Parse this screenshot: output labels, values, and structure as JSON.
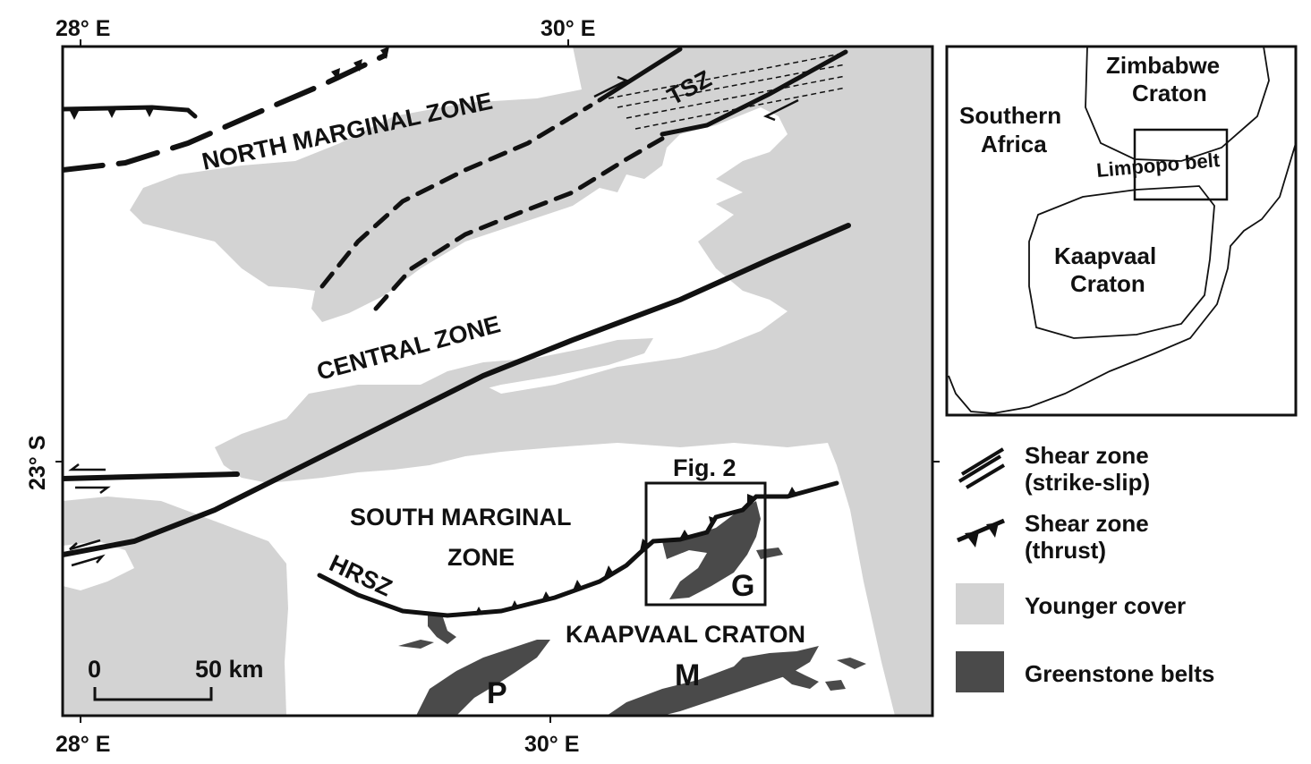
{
  "colors": {
    "cover": "#d3d3d3",
    "greenstone": "#4a4a4a",
    "line": "#111111",
    "background": "#ffffff"
  },
  "axes": {
    "top_left": "28° E",
    "top_right": "30° E",
    "bottom_left": "28° E",
    "bottom_right": "30° E",
    "left_lat": "23° S"
  },
  "zones": {
    "north": "NORTH MARGINAL ZONE",
    "central": "CENTRAL ZONE",
    "south_line1": "SOUTH MARGINAL",
    "south_line2": "ZONE",
    "kaapvaal": "KAAPVAAL CRATON",
    "tsz": "TSZ",
    "hrsz": "HRSZ"
  },
  "belts": {
    "p": "P",
    "m": "M",
    "g": "G"
  },
  "figure_box": "Fig. 2",
  "scale": {
    "zero": "0",
    "max": "50 km"
  },
  "inset": {
    "zimbabwe_line1": "Zimbabwe",
    "zimbabwe_line2": "Craton",
    "southern_line1": "Southern",
    "southern_line2": "Africa",
    "limpopo": "Limpopo belt",
    "kaapvaal_line1": "Kaapvaal",
    "kaapvaal_line2": "Craton"
  },
  "legend": [
    {
      "icon": "strike-slip-shear-icon",
      "line1": "Shear zone",
      "line2": "(strike-slip)"
    },
    {
      "icon": "thrust-shear-icon",
      "line1": "Shear zone",
      "line2": "(thrust)"
    },
    {
      "icon": "younger-cover-swatch",
      "line1": "Younger cover"
    },
    {
      "icon": "greenstone-swatch",
      "line1": "Greenstone belts"
    }
  ]
}
